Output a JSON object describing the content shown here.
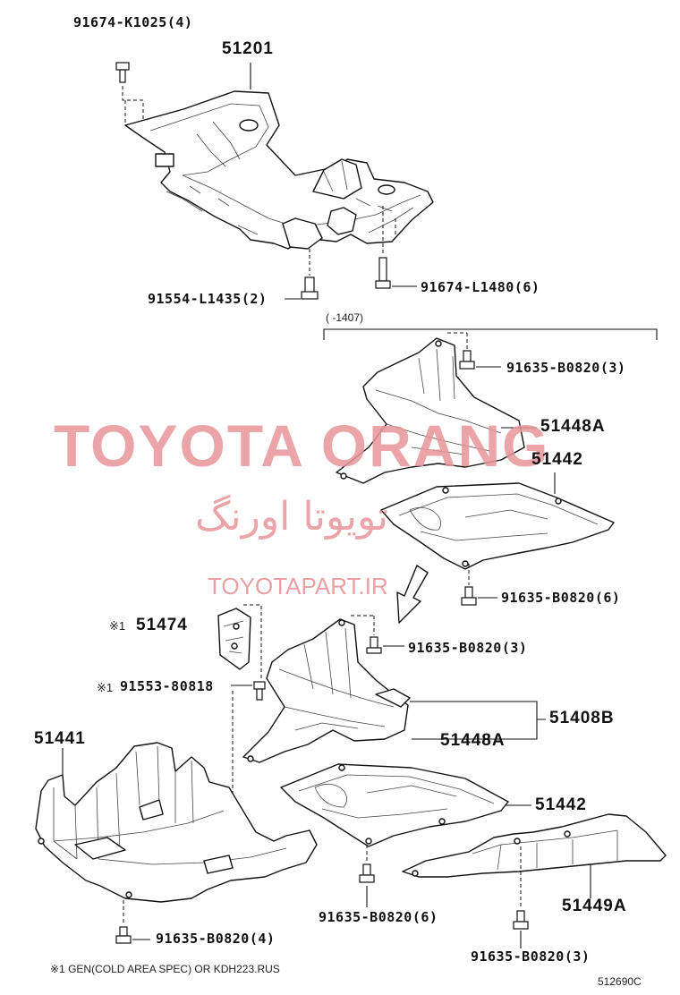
{
  "labels": {
    "bolt_k1025": "91674-K1025(4)",
    "crossmember": "51201",
    "bolt_l1435": "91554-L1435(2)",
    "bolt_l1480": "91674-L1480(6)",
    "date_range": "(    -1407)",
    "bolt_b0820_a": "91635-B0820(3)",
    "cover_51448a_top": "51448A",
    "cover_51442_top": "51442",
    "bolt_b0820_b": "91635-B0820(6)",
    "note_mark_51474": "※1",
    "bracket_51474": "51474",
    "bolt_b0820_c": "91635-B0820(3)",
    "note_mark_80818": "※1",
    "bolt_80818": "91553-80818",
    "cover_51441": "51441",
    "set_51408b": "51408B",
    "cover_51448a_bottom": "51448A",
    "cover_51442_bottom": "51442",
    "bolt_b0820_d": "91635-B0820(6)",
    "cover_51449a": "51449A",
    "bolt_b0820_e": "91635-B0820(4)",
    "bolt_b0820_f": "91635-B0820(3)",
    "footnote": "※1  GEN(COLD AREA SPEC) OR KDH223.RUS",
    "diagram_code": "512690C"
  },
  "watermark": {
    "brand": "TOYOTA ORANG",
    "persian": "تویوتا اورنگ",
    "site": "TOYOTAPART.IR",
    "color": "#e8959a"
  }
}
